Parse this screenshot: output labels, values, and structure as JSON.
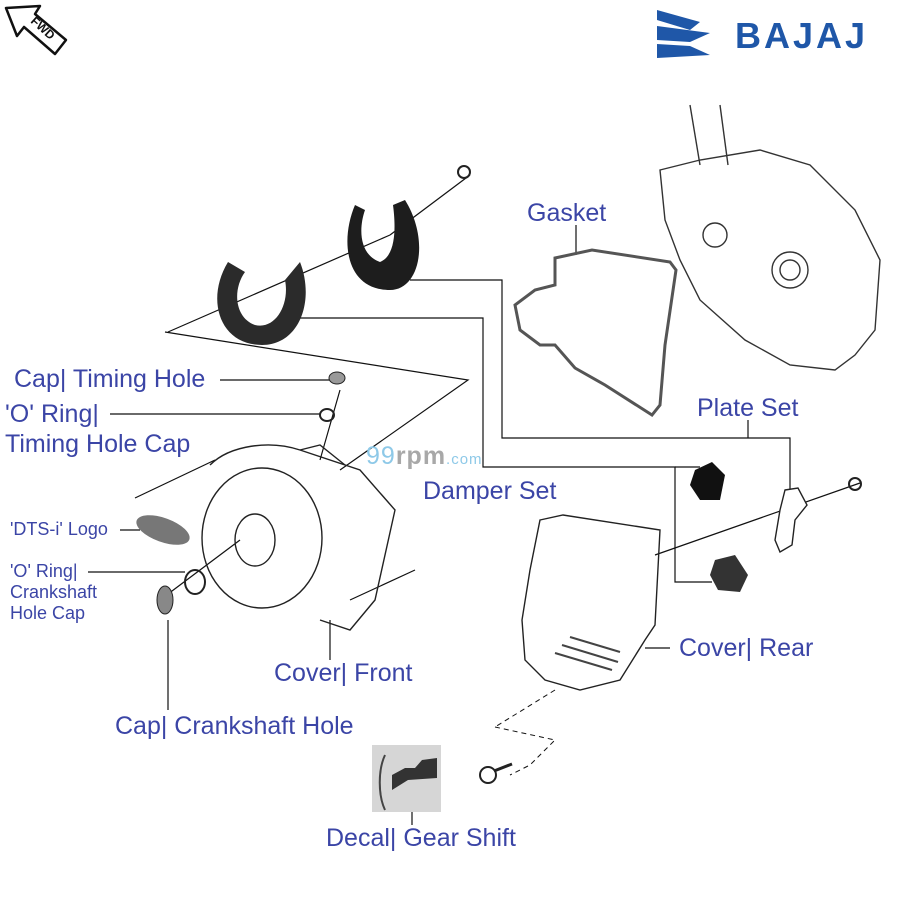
{
  "brand": {
    "name": "BAJAJ",
    "color": "#1f57a8"
  },
  "direction_badge": {
    "label": "FWD",
    "icon": "arrow-up-left-icon"
  },
  "watermark": {
    "part1": "99",
    "part2": "rpm",
    "part3": ".com"
  },
  "label_color": "#3b45a6",
  "parts": [
    {
      "id": "cap-timing-hole",
      "label": "Cap| Timing Hole"
    },
    {
      "id": "o-ring-timing-hole-cap",
      "label": "'O' Ring|\nTiming Hole Cap"
    },
    {
      "id": "dtsi-logo",
      "label": "'DTS-i' Logo"
    },
    {
      "id": "o-ring-crankshaft-hole-cap",
      "label": "'O' Ring|\nCrankshaft\nHole Cap"
    },
    {
      "id": "cover-front",
      "label": "Cover| Front"
    },
    {
      "id": "cap-crankshaft-hole",
      "label": "Cap| Crankshaft Hole"
    },
    {
      "id": "gasket",
      "label": "Gasket"
    },
    {
      "id": "plate-set",
      "label": "Plate Set"
    },
    {
      "id": "damper-set",
      "label": "Damper Set"
    },
    {
      "id": "cover-rear",
      "label": "Cover| Rear"
    },
    {
      "id": "decal-gear-shift",
      "label": "Decal| Gear Shift"
    }
  ]
}
